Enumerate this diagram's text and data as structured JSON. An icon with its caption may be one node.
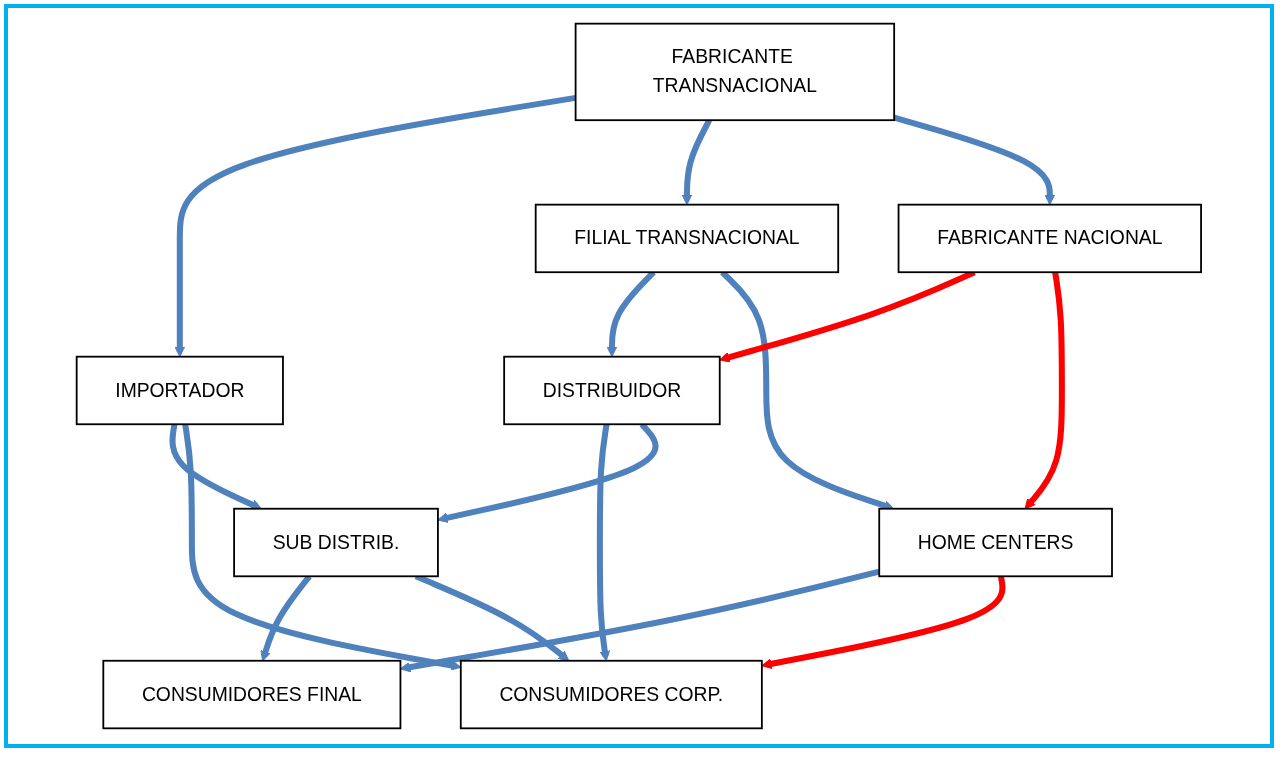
{
  "diagram": {
    "nodes": [
      {
        "text": [
          "FABRICANTE TRANSNACIONAL"
        ]
      },
      {
        "text": [
          "IMPORTADOR"
        ]
      },
      {
        "text": [
          "FILIAL TRANSNACIONAL"
        ]
      },
      {
        "text": [
          "FABRICANTE NACIONAL"
        ]
      },
      {
        "text": [
          "DISTRIBUIDOR"
        ]
      },
      {
        "text": [
          "HOME CENTERS"
        ]
      },
      {
        "text": [
          "SUB DISTRIB."
        ]
      },
      {
        "text": [
          "CONSUMIDORES FINAL"
        ]
      },
      {
        "text": [
          "CONSUMIDORES CORP."
        ]
      }
    ],
    "edges": [
      {
        "from": 0,
        "to": 1,
        "arrow": "to"
      },
      {
        "from": 0,
        "to": 2,
        "arrow": "to"
      },
      {
        "from": 0,
        "to": 3,
        "arrow": "to"
      },
      {
        "from": 1,
        "to": 6,
        "arrow": "to"
      },
      {
        "from": 1,
        "to": 8,
        "arrow": "to"
      },
      {
        "from": 2,
        "to": 4,
        "arrow": "to"
      },
      {
        "from": 2,
        "to": 5,
        "arrow": "to"
      },
      {
        "from": 3,
        "to": 4,
        "arrow": "to",
        "color": "#ff0000"
      },
      {
        "from": 3,
        "to": 5,
        "arrow": "to",
        "color": "#ff0000"
      },
      {
        "from": 4,
        "to": 8,
        "arrow": "to"
      },
      {
        "from": 4,
        "to": 6,
        "arrow": "to"
      },
      {
        "from": 5,
        "to": 7,
        "arrow": "to"
      },
      {
        "from": 6,
        "to": 7,
        "arrow": "to"
      },
      {
        "from": 6,
        "to": 8,
        "arrow": "to"
      },
      {
        "from": 5,
        "to": 8,
        "arrow": "to",
        "color": "#ff0000"
      }
    ]
  }
}
